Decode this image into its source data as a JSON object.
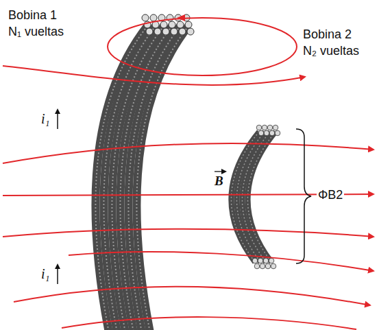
{
  "diagram": {
    "labels": [
      "Bobina 1",
      "N₁ vueltas",
      "Bobina 2",
      "N₂ vueltas",
      "i₁",
      "i₁",
      "B",
      "ΦB2"
    ]
  }
}
